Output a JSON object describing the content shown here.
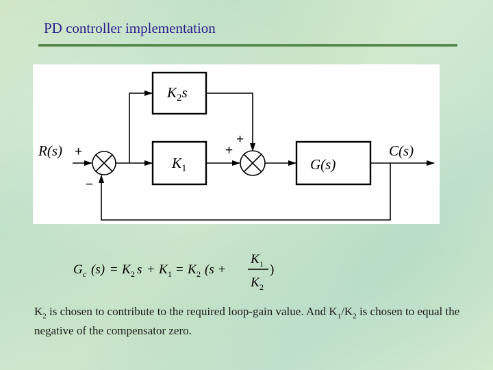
{
  "slide": {
    "title": "PD controller implementation"
  },
  "diagram": {
    "input_label": "R(s)",
    "output_label": "C(s)",
    "sum1_plus": "+",
    "sum1_minus": "−",
    "sum2_plus_left": "+",
    "sum2_plus_top": "+",
    "block_k2s": {
      "main": "K",
      "sub": "2",
      "tail": "s"
    },
    "block_k1": {
      "main": "K",
      "sub": "1"
    },
    "block_gs": "G(s)"
  },
  "formula": {
    "lhs": "G",
    "lhs_sub": "c",
    "lhs_arg": "(s)",
    "eq1": "=",
    "t1": "K",
    "t1_sub": "2",
    "t1_var": "s",
    "plus1": "+",
    "t2": "K",
    "t2_sub": "1",
    "eq2": "=",
    "t3": "K",
    "t3_sub": "2",
    "paren_open": "(s +",
    "frac_num": "K",
    "frac_num_sub": "1",
    "frac_den": "K",
    "frac_den_sub": "2",
    "paren_close": ")"
  },
  "text": {
    "p1": "K",
    "p1_sub": "2",
    "p2": " is chosen to contribute to the required loop-gain value. And K",
    "p2_sub": "1",
    "p3": "/K",
    "p3_sub": "2",
    "p4": " is chosen to equal the negative of the compensator zero."
  }
}
